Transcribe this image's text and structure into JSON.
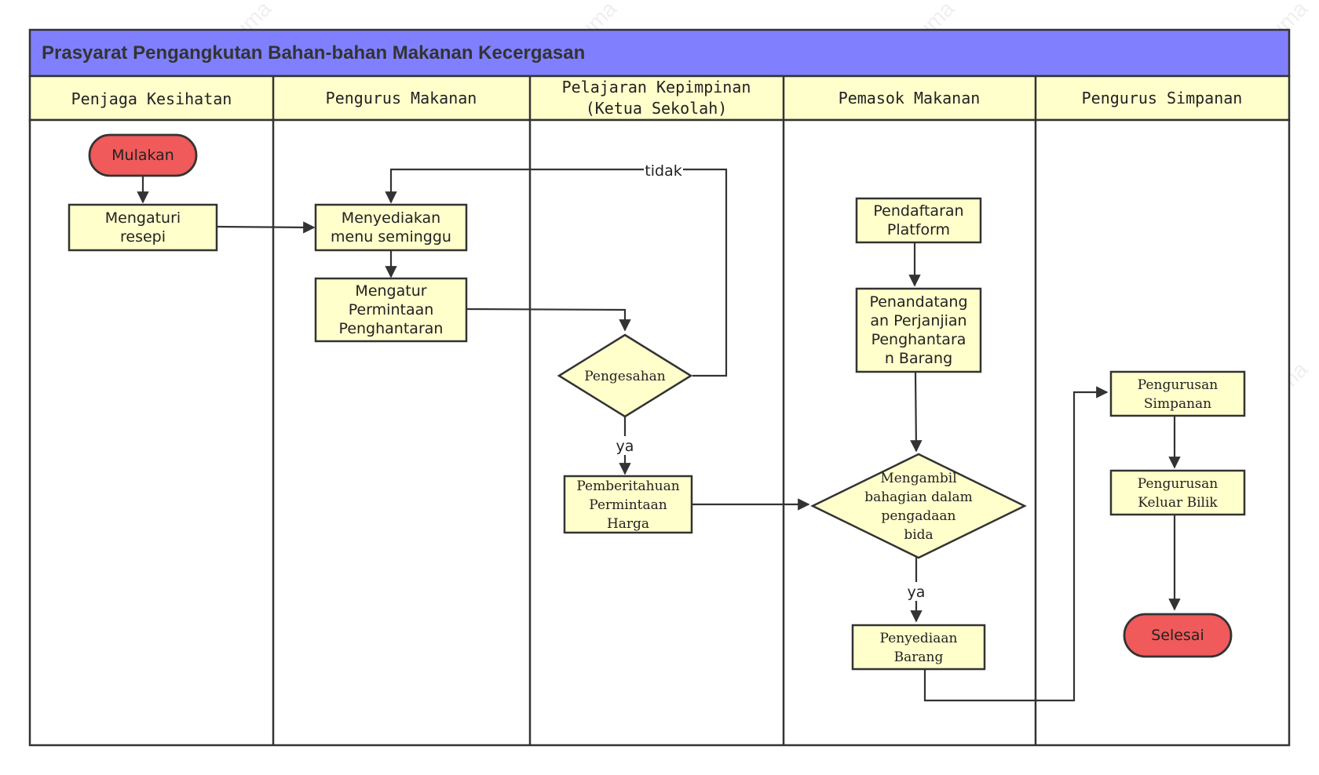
{
  "title": "Prasyarat Pengangkutan Bahan-bahan Makanan Kecergasan",
  "colors": {
    "title_bar": "#8080ff",
    "lane_header": "#ffffcc",
    "process_fill": "#ffffcc",
    "terminal_fill": "#f05a5a",
    "stroke": "#333333"
  },
  "lanes": [
    {
      "lines": [
        "Penjaga Kesihatan"
      ]
    },
    {
      "lines": [
        "Pengurus Makanan"
      ]
    },
    {
      "lines": [
        "Pelajaran Kepimpinan",
        "(Ketua Sekolah)"
      ]
    },
    {
      "lines": [
        "Pemasok Makanan"
      ]
    },
    {
      "lines": [
        "Pengurus Simpanan"
      ]
    }
  ],
  "nodes": {
    "mulakan": {
      "type": "terminal",
      "lines": [
        "Mulakan"
      ]
    },
    "mengaturi_resepi": {
      "type": "process",
      "lines": [
        "Mengaturi",
        "resepi"
      ]
    },
    "menyediakan_menu": {
      "type": "process",
      "lines": [
        "Menyediakan",
        "menu seminggu"
      ]
    },
    "mengatur_permintaan": {
      "type": "process",
      "lines": [
        "Mengatur",
        "Permintaan",
        "Penghantaran"
      ]
    },
    "pengesahan": {
      "type": "decision",
      "lines": [
        "Pengesahan"
      ]
    },
    "pemberitahuan": {
      "type": "process",
      "lines": [
        "Pemberitahuan",
        "Permintaan",
        "Harga"
      ]
    },
    "pendaftaran": {
      "type": "process",
      "lines": [
        "Pendaftaran",
        "Platform"
      ]
    },
    "penandatangan": {
      "type": "process",
      "lines": [
        "Penandatang",
        "an Perjanjian",
        "Penghantara",
        "n Barang"
      ]
    },
    "mengambil": {
      "type": "decision",
      "lines": [
        "Mengambil",
        "bahagian dalam",
        "pengadaan",
        "bida"
      ]
    },
    "penyediaan": {
      "type": "process",
      "lines": [
        "Penyediaan",
        "Barang"
      ]
    },
    "pengurusan_simpanan": {
      "type": "process",
      "lines": [
        "Pengurusan",
        "Simpanan"
      ]
    },
    "pengurusan_keluar": {
      "type": "process",
      "lines": [
        "Pengurusan",
        "Keluar Bilik"
      ]
    },
    "selesai": {
      "type": "terminal",
      "lines": [
        "Selesai"
      ]
    }
  },
  "edge_labels": {
    "tidak": "tidak",
    "ya_pengesahan": "ya",
    "ya_mengambil": "ya"
  },
  "watermark": [
    "ProcessOn.io Carta alir percuma",
    "ProcessOn.io Carta alir percuma"
  ]
}
